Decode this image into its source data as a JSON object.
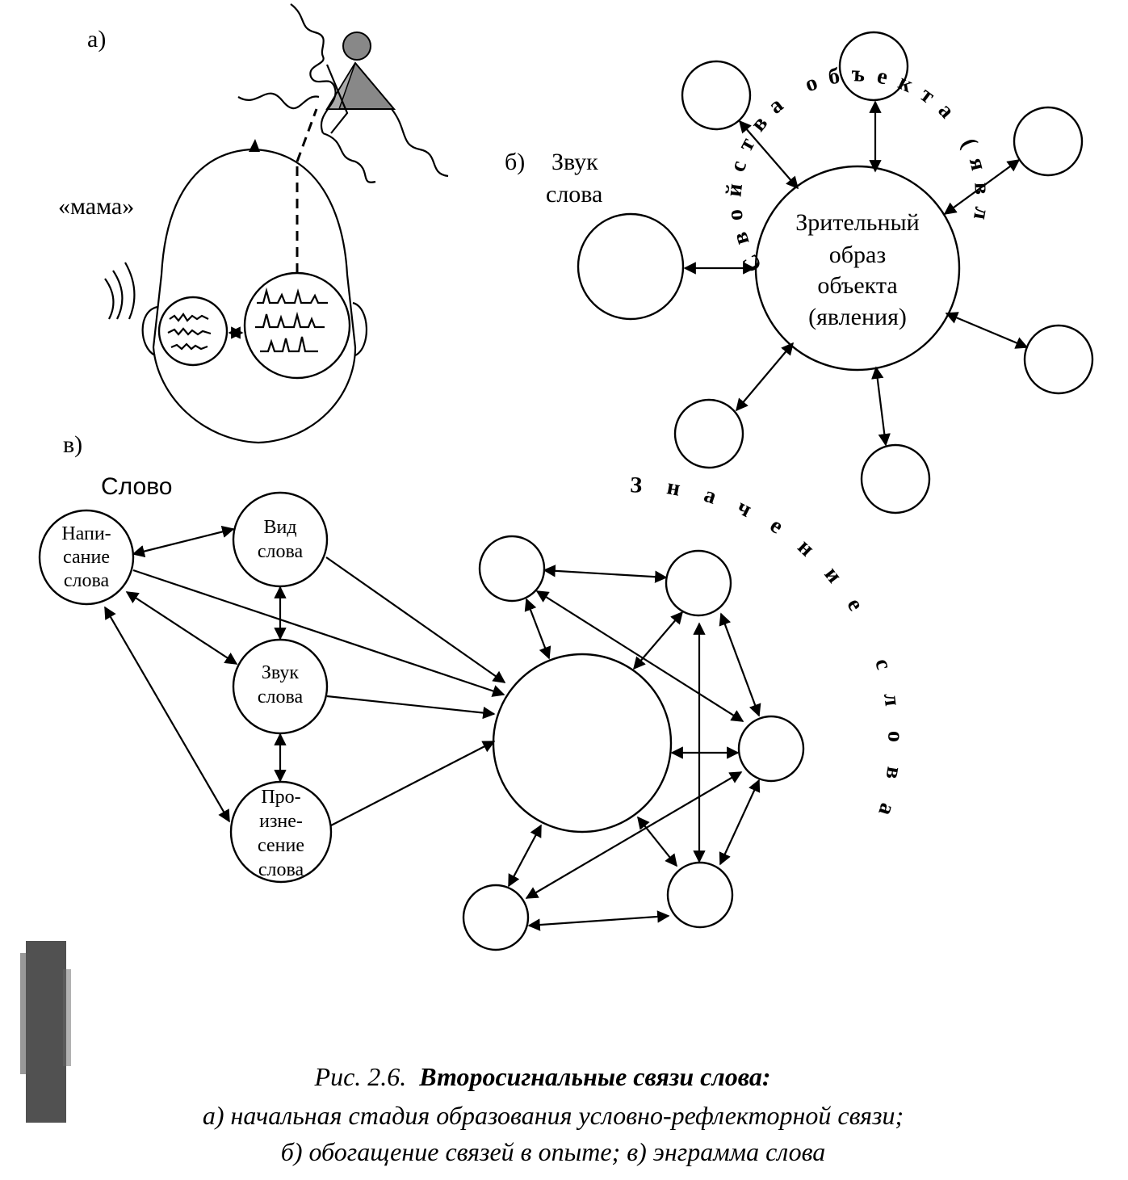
{
  "panel_a": {
    "label": "а)",
    "word": "«мама»"
  },
  "panel_b": {
    "label": "б)",
    "sound_label_line1": "Звук",
    "sound_label_line2": "слова",
    "center_line1": "Зрительный",
    "center_line2": "образ",
    "center_line3": "объекта",
    "center_line4": "(явления)",
    "arc_text": "Свойства объекта (явления)"
  },
  "panel_v": {
    "label": "в)",
    "title": "Слово",
    "node_writing_1": "Напи-",
    "node_writing_2": "сание",
    "node_writing_3": "слова",
    "node_view_1": "Вид",
    "node_view_2": "слова",
    "node_sound_1": "Звук",
    "node_sound_2": "слова",
    "node_pron_1": "Про-",
    "node_pron_2": "изне-",
    "node_pron_3": "сение",
    "node_pron_4": "слова",
    "arc_text": "Значение слова"
  },
  "caption": {
    "prefix": "Рис. 2.6.",
    "title": "Второсигнальные связи слова:",
    "line2": "а) начальная стадия образования условно-рефлекторной связи;",
    "line3": "б) обогащение связей в опыте; в) энграмма слова"
  }
}
